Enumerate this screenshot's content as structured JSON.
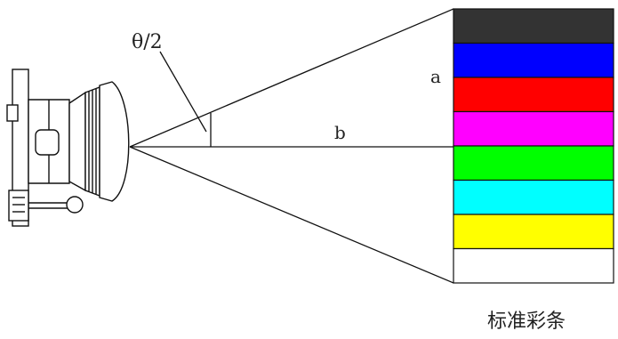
{
  "labels": {
    "angle": "θ/2",
    "side_a": "a",
    "side_b": "b",
    "caption": "标准彩条"
  },
  "color_bars": [
    {
      "name": "black",
      "color": "#333333"
    },
    {
      "name": "blue",
      "color": "#0000ff"
    },
    {
      "name": "red",
      "color": "#ff0000"
    },
    {
      "name": "magenta",
      "color": "#ff00ff"
    },
    {
      "name": "green",
      "color": "#00ff00"
    },
    {
      "name": "cyan",
      "color": "#00ffff"
    },
    {
      "name": "yellow",
      "color": "#ffff00"
    },
    {
      "name": "white",
      "color": "#ffffff"
    }
  ],
  "colors": {
    "line": "#111111",
    "camera_fill": "#ffffff"
  }
}
